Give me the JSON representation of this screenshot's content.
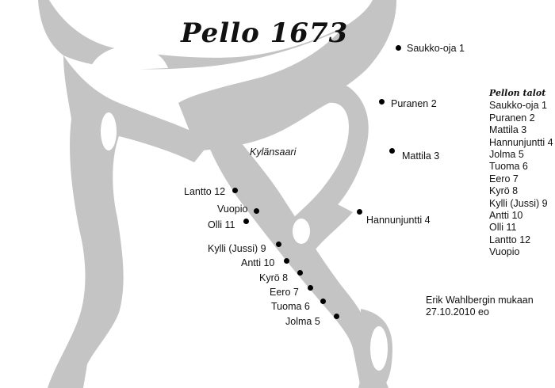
{
  "title": "Pello 1673",
  "island_label": "Kylänsaari",
  "places": [
    {
      "label": "Saukko-oja 1"
    },
    {
      "label": "Puranen 2"
    },
    {
      "label": "Mattila 3"
    },
    {
      "label": "Hannunjuntti 4"
    },
    {
      "label": "Lantto 12"
    },
    {
      "label": "Vuopio"
    },
    {
      "label": "Olli 11"
    },
    {
      "label": "Kylli (Jussi) 9"
    },
    {
      "label": "Antti 10"
    },
    {
      "label": "Kyrö 8"
    },
    {
      "label": "Eero 7"
    },
    {
      "label": "Tuoma 6"
    },
    {
      "label": "Jolma 5"
    }
  ],
  "legend": {
    "title": "Pellon talot",
    "items": [
      "Saukko-oja 1",
      "Puranen 2",
      "Mattila 3",
      "Hannunjuntti 4",
      "Jolma 5",
      "Tuoma 6",
      "Eero 7",
      "Kyrö 8",
      "Kylli (Jussi) 9",
      "Antti 10",
      "Olli 11",
      "Lantto 12",
      "Vuopio"
    ]
  },
  "credit": {
    "line1": "Erik Wahlbergin mukaan",
    "line2": "27.10.2010 eo"
  },
  "colors": {
    "river": "#c4c4c4",
    "background": "#ffffff",
    "marker": "#000000"
  }
}
